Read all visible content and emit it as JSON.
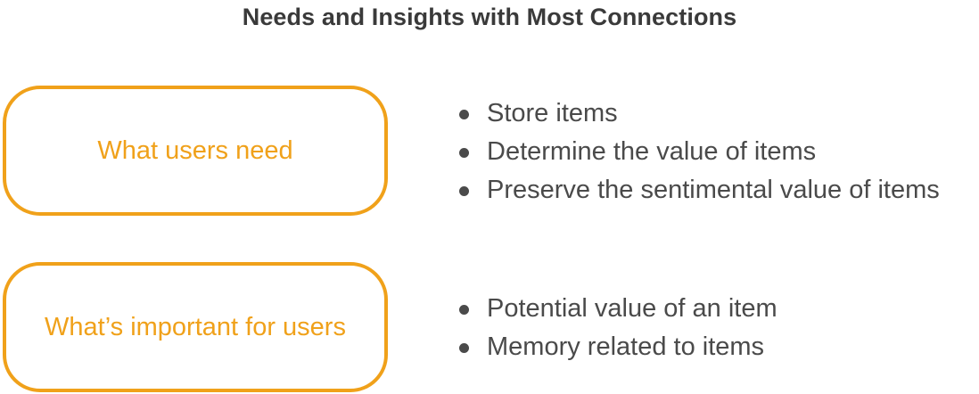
{
  "title": "Needs and Insights with Most Connections",
  "sections": [
    {
      "label": "What users need",
      "items": [
        "Store items",
        "Determine the value of items",
        "Preserve the sentimental value of items"
      ]
    },
    {
      "label": "What’s important for users",
      "items": [
        "Potential value of an item",
        "Memory related to items"
      ]
    }
  ],
  "colors": {
    "accent": "#f0a11a",
    "title_text": "#3a3a3a",
    "body_text": "#4a4a4a"
  }
}
